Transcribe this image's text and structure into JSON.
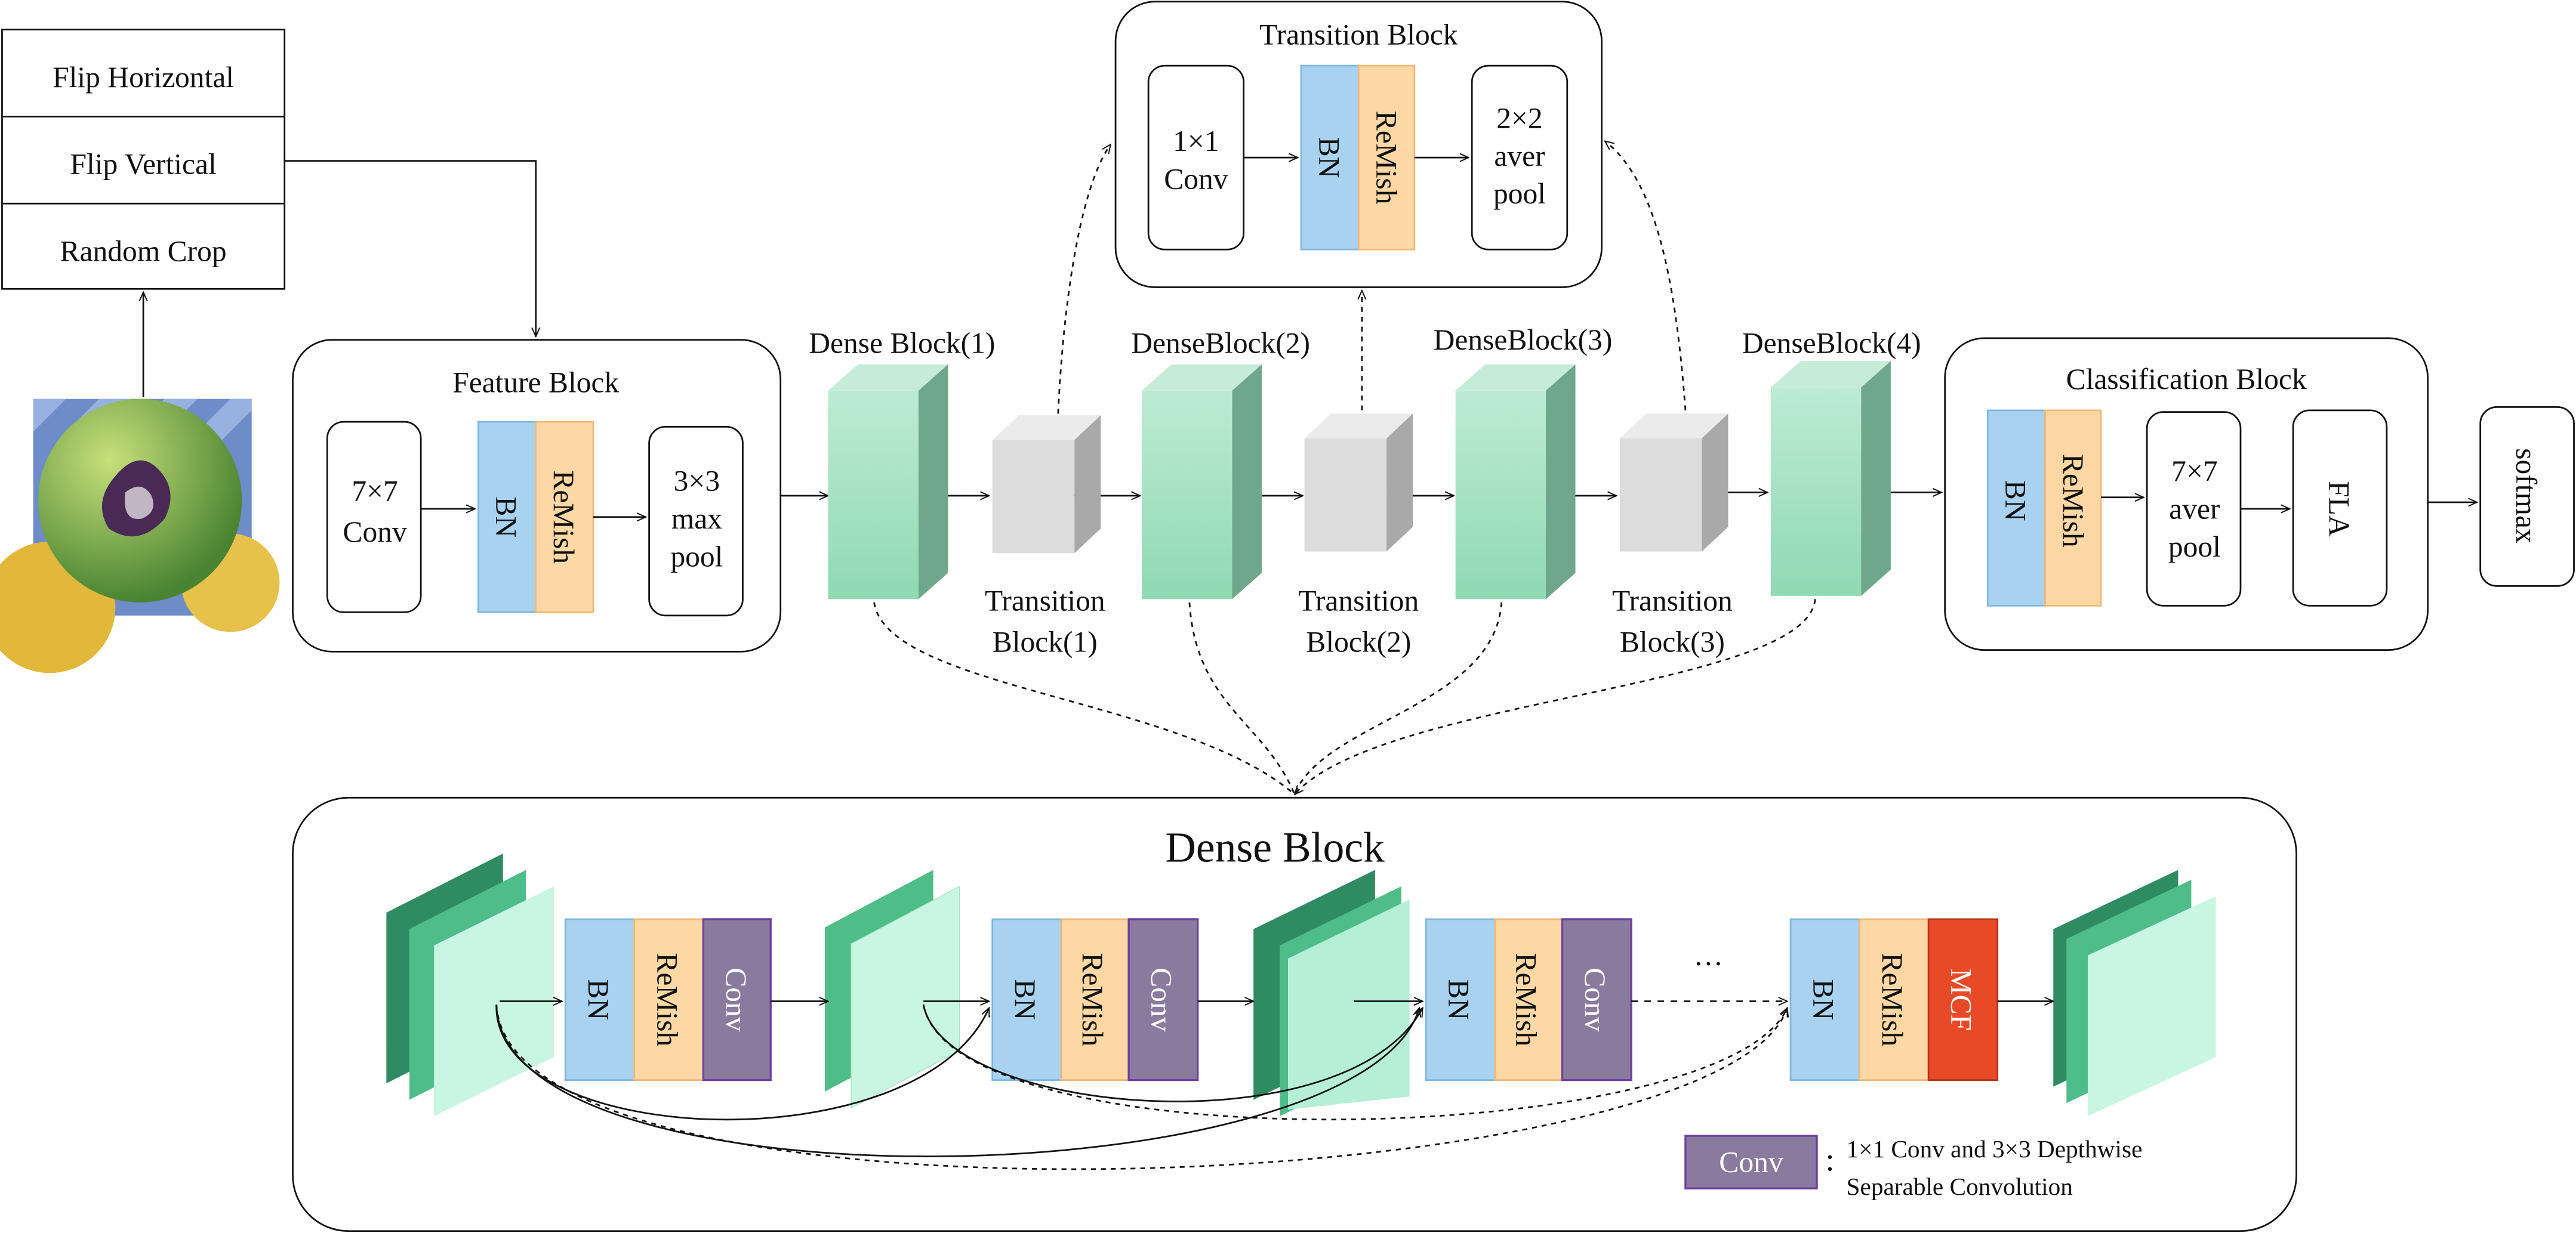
{
  "augmentation": {
    "items": [
      "Flip Horizontal",
      "Flip Vertical",
      "Random Crop"
    ]
  },
  "feature_block": {
    "title": "Feature Block",
    "conv_lines": [
      "7×7",
      "Conv"
    ],
    "bn": "BN",
    "remish": "ReMish",
    "pool_lines": [
      "3×3",
      "max",
      "pool"
    ]
  },
  "transition_detail": {
    "title": "Transition Block",
    "conv_lines": [
      "1×1",
      "Conv"
    ],
    "bn": "BN",
    "remish": "ReMish",
    "pool_lines": [
      "2×2",
      "aver",
      "pool"
    ]
  },
  "dense_labels": [
    "Dense Block(1)",
    "DenseBlock(2)",
    "DenseBlock(3)",
    "DenseBlock(4)"
  ],
  "transition_labels": [
    [
      "Transition",
      "Block(1)"
    ],
    [
      "Transition",
      "Block(2)"
    ],
    [
      "Transition",
      "Block(3)"
    ]
  ],
  "classification_block": {
    "title": "Classification Block",
    "bn": "BN",
    "remish": "ReMish",
    "pool_lines": [
      "7×7",
      "aver",
      "pool"
    ],
    "fla": "FLA"
  },
  "softmax": "softmax",
  "dense_detail": {
    "title": "Dense Block",
    "groups": [
      [
        "BN",
        "ReMish",
        "Conv"
      ],
      [
        "BN",
        "ReMish",
        "Conv"
      ],
      [
        "BN",
        "ReMish",
        "Conv"
      ],
      [
        "BN",
        "ReMish",
        "MCF"
      ]
    ],
    "ellipsis": "…",
    "legend_key": "Conv",
    "legend_colon": ":",
    "legend_lines": [
      "1×1 Conv and 3×3 Depthwise",
      "Separable Convolution"
    ]
  },
  "colors": {
    "bn": "#a8d2f0",
    "remish": "#fdd7a4",
    "conv": "#8a7a9d",
    "mcf": "#e84a27",
    "dense_front": "#a7e3c3",
    "transition_front": "#d9d9d9",
    "feature_dark": "#2e8b62",
    "feature_mid": "#4fbd8a",
    "feature_light": "#c9f6e2"
  },
  "image_alt": "citrus-fruit-photo"
}
